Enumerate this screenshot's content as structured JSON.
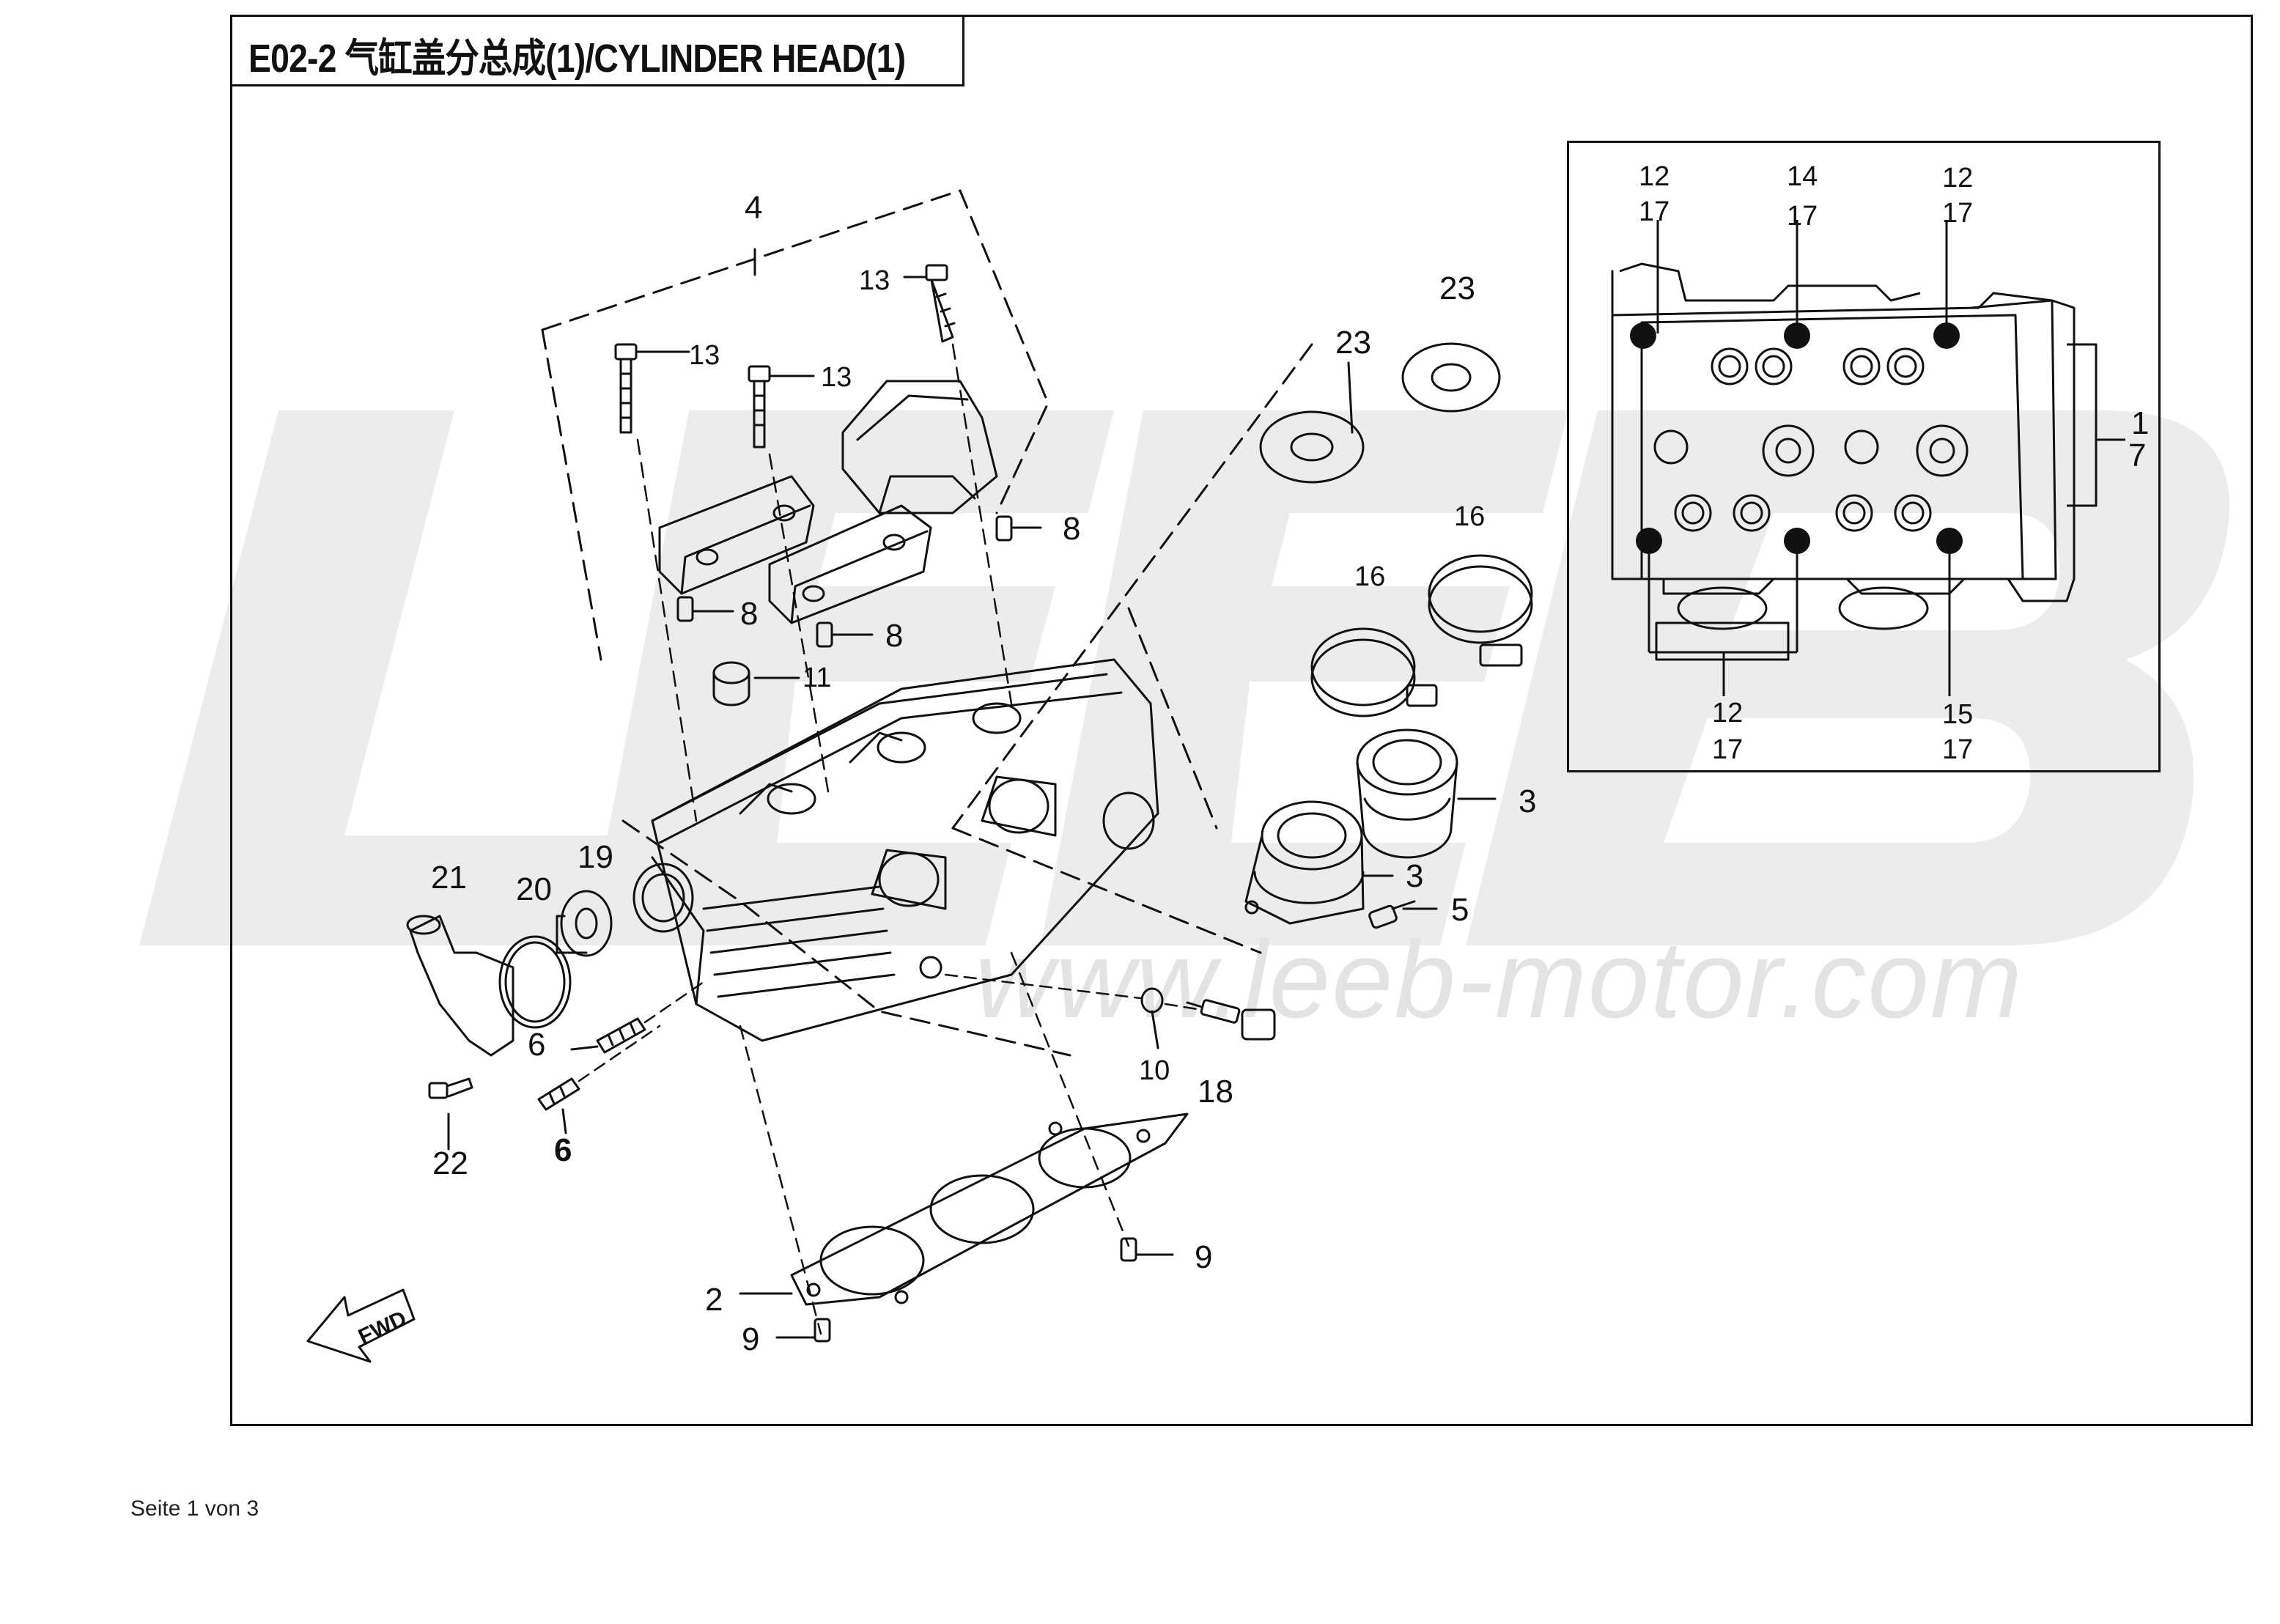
{
  "title": "E02-2 气缸盖分总成(1)/CYLINDER HEAD(1)",
  "watermark": {
    "url": "www.leeb-motor.com"
  },
  "fwd_label": "FWD",
  "footer": {
    "page": "Seite 1 von 3"
  },
  "callouts": {
    "c4": "4",
    "c13a": "13",
    "c13b": "13",
    "c13c": "13",
    "c8a": "8",
    "c8b": "8",
    "c8c": "8",
    "c11": "11",
    "c23a": "23",
    "c23b": "23",
    "c16a": "16",
    "c16b": "16",
    "c3a": "3",
    "c3b": "3",
    "c5": "5",
    "c21": "21",
    "c20": "20",
    "c19": "19",
    "c6a": "6",
    "c6b": "6",
    "c22": "22",
    "c10": "10",
    "c18": "18",
    "c2": "2",
    "c9a": "9",
    "c9b": "9"
  },
  "inset": {
    "top": [
      {
        "a": "12",
        "b": "17"
      },
      {
        "a": "14",
        "b": "17"
      },
      {
        "a": "12",
        "b": "17"
      }
    ],
    "right": {
      "a": "1",
      "b": "7"
    },
    "bottom": [
      {
        "a": "12",
        "b": "17"
      },
      {
        "a": "15",
        "b": "17"
      }
    ]
  }
}
